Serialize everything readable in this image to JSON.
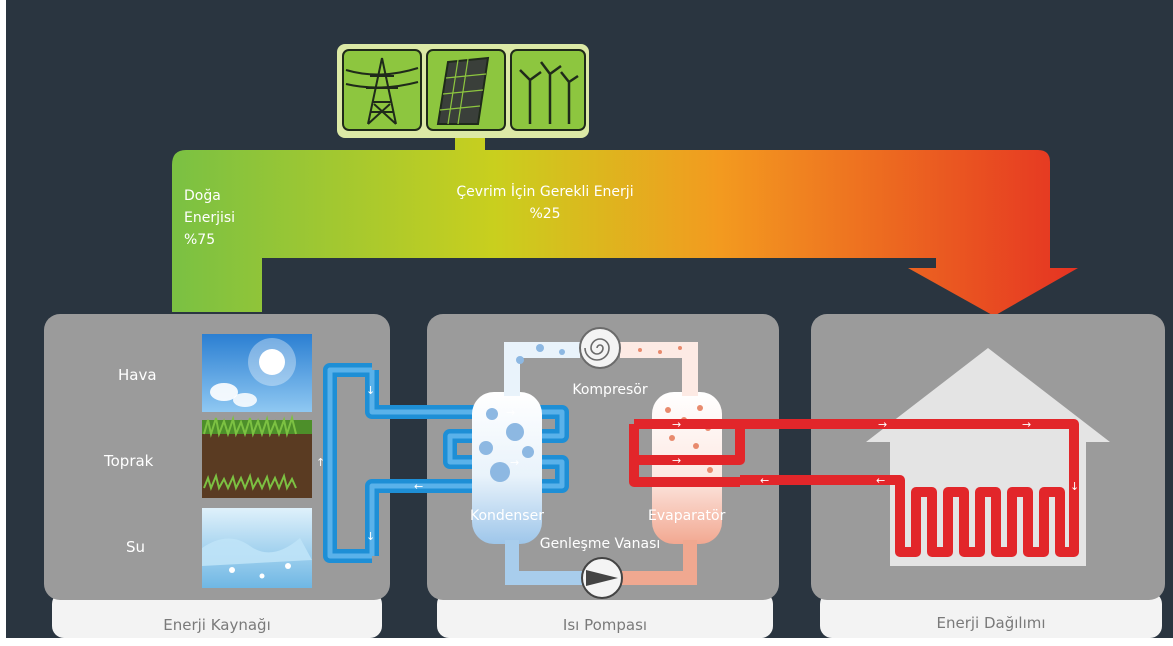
{
  "icons": [
    "power-pylon-icon",
    "solar-panel-icon",
    "wind-turbine-icon"
  ],
  "flow": {
    "nature_energy_line1": "Doğa",
    "nature_energy_line2": "Enerjisi",
    "nature_energy_pct": "%75",
    "cycle_energy": "Çevrim İçin Gerekli Enerji",
    "cycle_energy_pct": "%25"
  },
  "sources": {
    "air": "Hava",
    "soil": "Toprak",
    "water": "Su"
  },
  "components": {
    "compressor": "Kompresör",
    "condenser": "Kondenser",
    "evaporator": "Evaparatör",
    "expansion_valve": "Genleşme Vanası"
  },
  "tabs": {
    "energy_source": "Enerji Kaynağı",
    "heat_pump": "Isı Pompası",
    "energy_distribution": "Enerji Dağılımı"
  },
  "colors": {
    "background": "#2a3540",
    "panel": "#9b9b9b",
    "cold_pipe": "#1e8fd6",
    "hot_pipe": "#e2262a",
    "gradient_start": "#7cc142",
    "gradient_mid": "#f39a1f",
    "gradient_end": "#e53222"
  }
}
